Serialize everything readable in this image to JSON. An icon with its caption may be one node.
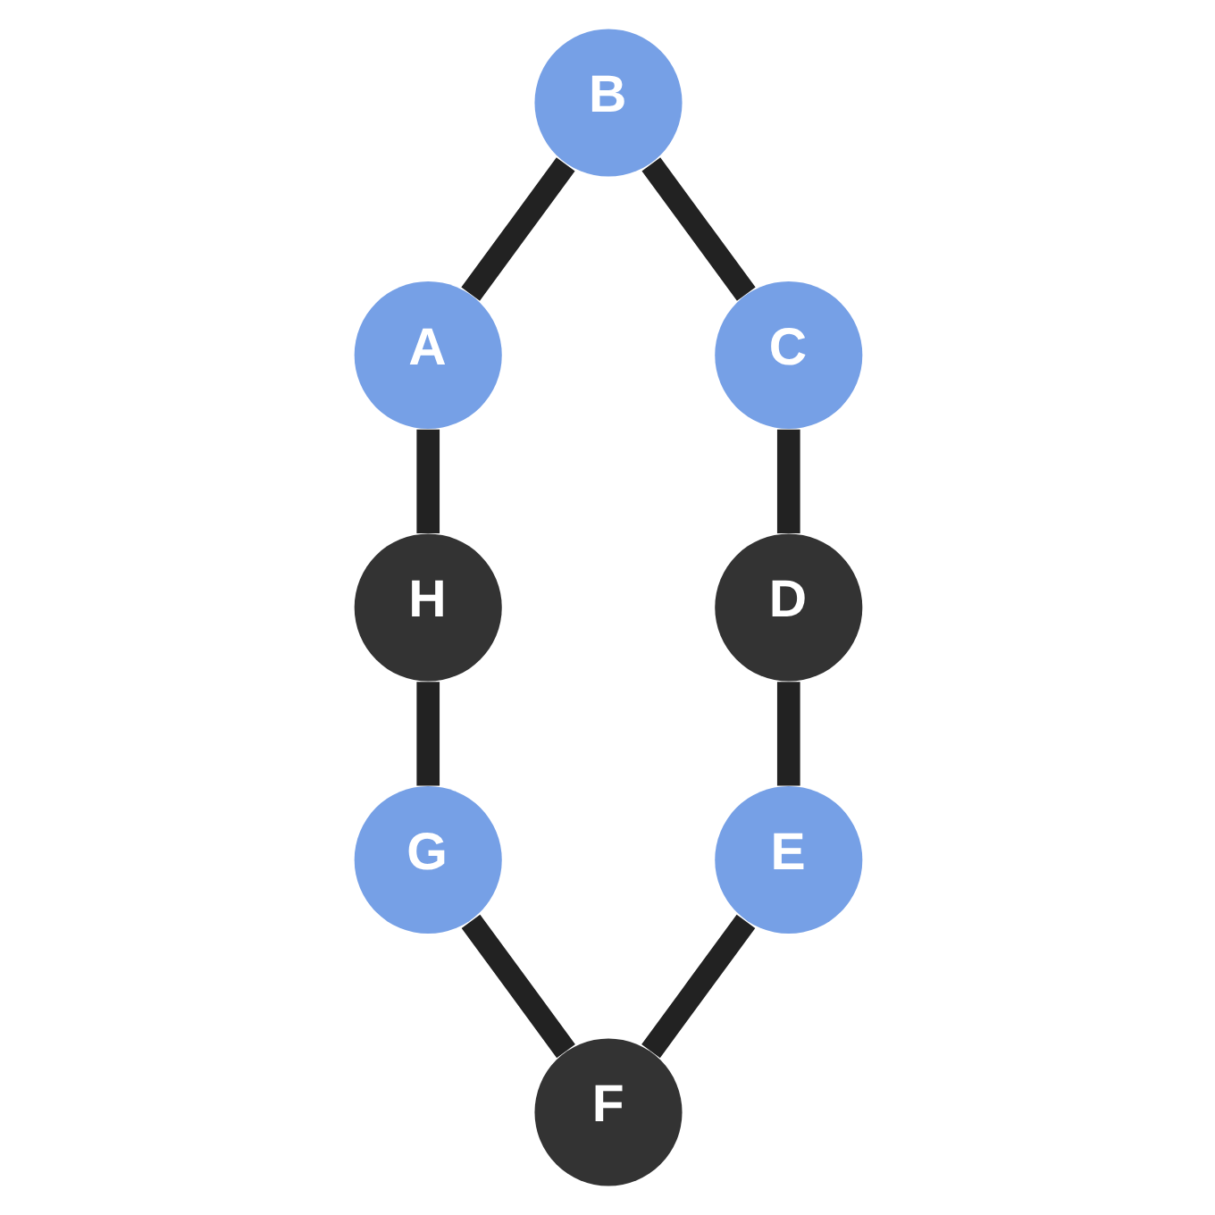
{
  "diagram": {
    "nodes": [
      {
        "text": [
          "A"
        ]
      },
      {
        "text": [
          "B"
        ]
      },
      {
        "text": [
          "C"
        ]
      },
      {
        "text": [
          "D"
        ]
      },
      {
        "text": [
          "E"
        ]
      },
      {
        "text": [
          "F"
        ]
      },
      {
        "text": [
          "G"
        ]
      },
      {
        "text": [
          "H"
        ]
      }
    ],
    "edges": [
      {
        "from": 1,
        "to": 0,
        "arrow": "none"
      },
      {
        "from": 1,
        "to": 2,
        "arrow": "none"
      },
      {
        "from": 0,
        "to": 7,
        "arrow": "none"
      },
      {
        "from": 2,
        "to": 3,
        "arrow": "none"
      },
      {
        "from": 7,
        "to": 6,
        "arrow": "none"
      },
      {
        "from": 3,
        "to": 4,
        "arrow": "none"
      },
      {
        "from": 6,
        "to": 5,
        "arrow": "none"
      },
      {
        "from": 4,
        "to": 5,
        "arrow": "none"
      }
    ]
  }
}
